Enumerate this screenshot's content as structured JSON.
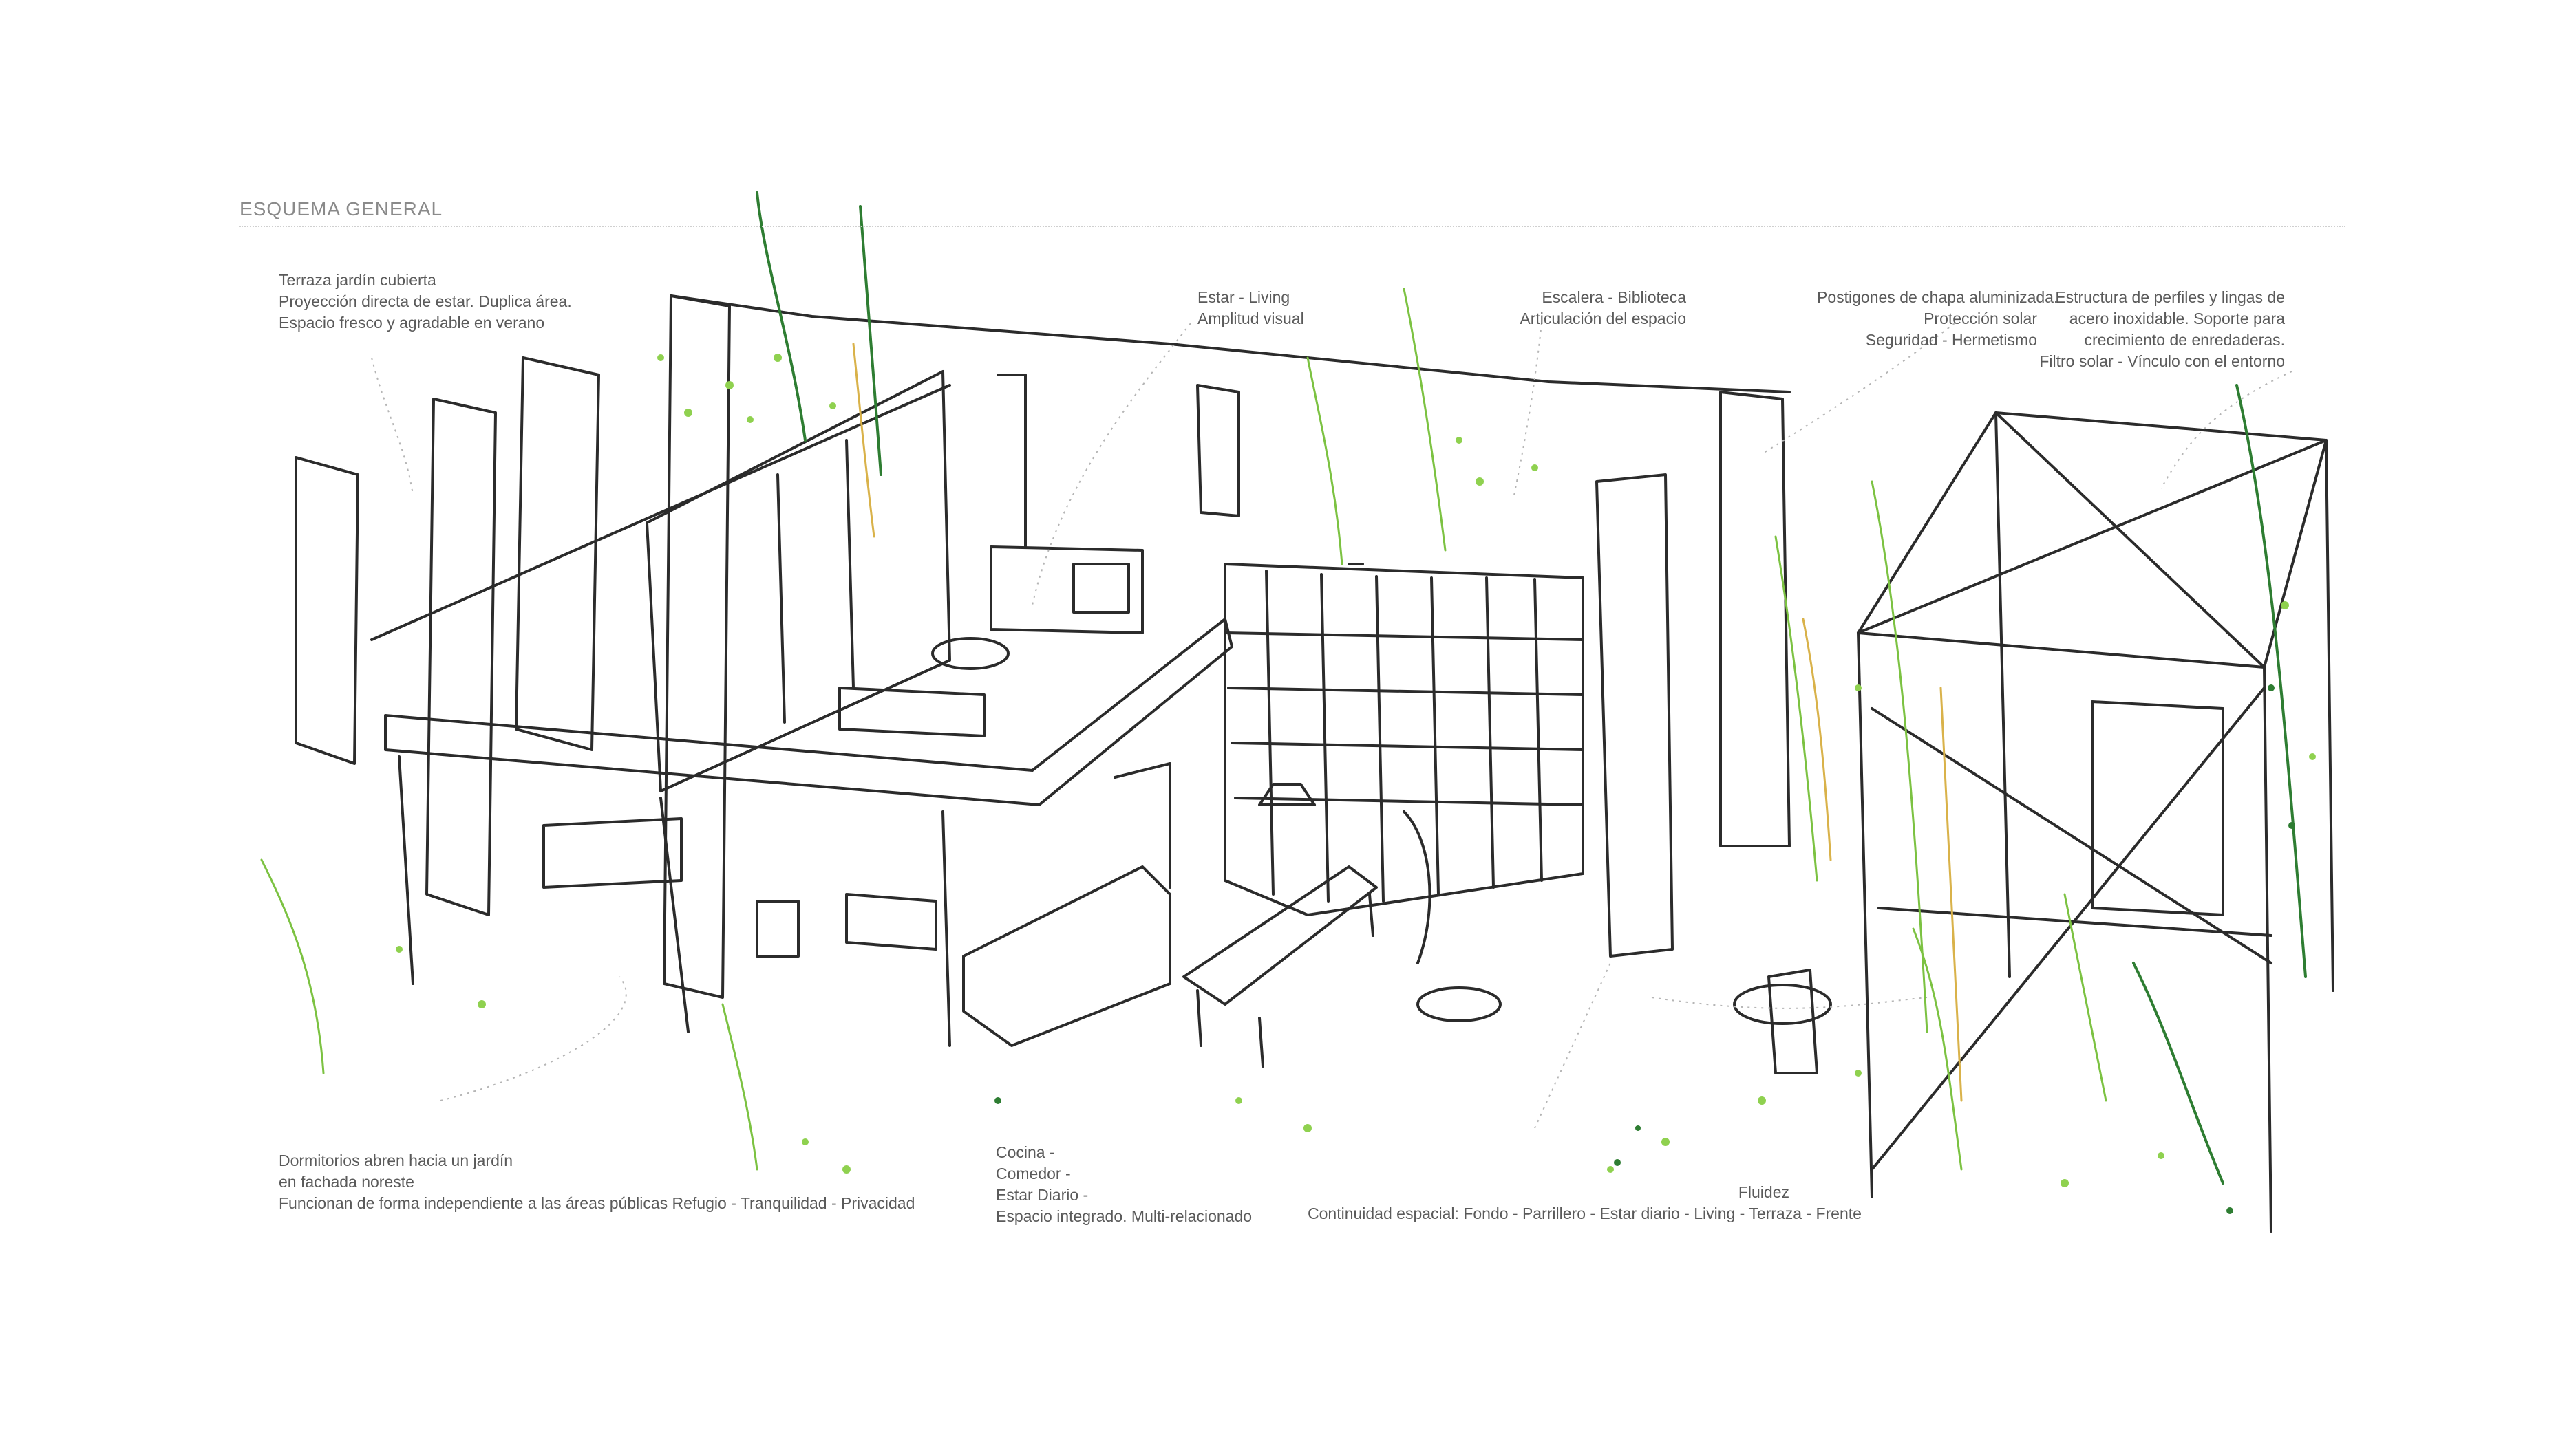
{
  "title": "ESQUEMA GENERAL",
  "annotations": {
    "terraza": [
      "Terraza jardín cubierta",
      "Proyección directa de estar. Duplica área.",
      "Espacio fresco y agradable en verano"
    ],
    "estar": [
      "Estar - Living",
      "Amplitud visual"
    ],
    "escalera": [
      "Escalera - Biblioteca",
      "Articulación del espacio"
    ],
    "postigones": [
      "Postigones de chapa aluminizada.",
      "Protección solar",
      "Seguridad - Hermetismo"
    ],
    "estructura": [
      "Estructura de perfiles y lingas de",
      "acero inoxidable. Soporte para",
      "crecimiento de enredaderas.",
      "Filtro solar - Vínculo con el entorno"
    ],
    "dormitorios": [
      "Dormitorios abren hacia un jardín",
      "en fachada noreste",
      "Funcionan de forma independiente a las áreas públicas Refugio - Tranquilidad - Privacidad"
    ],
    "cocina": [
      "Cocina -",
      "Comedor -",
      "Estar Diario -",
      "Espacio integrado. Multi-relacionado"
    ],
    "fluidez": [
      "Fluidez",
      "Continuidad espacial: Fondo - Parrillero - Estar diario - Living - Terraza - Frente"
    ]
  },
  "colors": {
    "ink": "#2b2b2b",
    "green_light": "#8fd14f",
    "green_mid": "#4caf50",
    "green_dark": "#2e7d32",
    "ochre": "#d9b24a",
    "text": "#5a5a5a"
  }
}
